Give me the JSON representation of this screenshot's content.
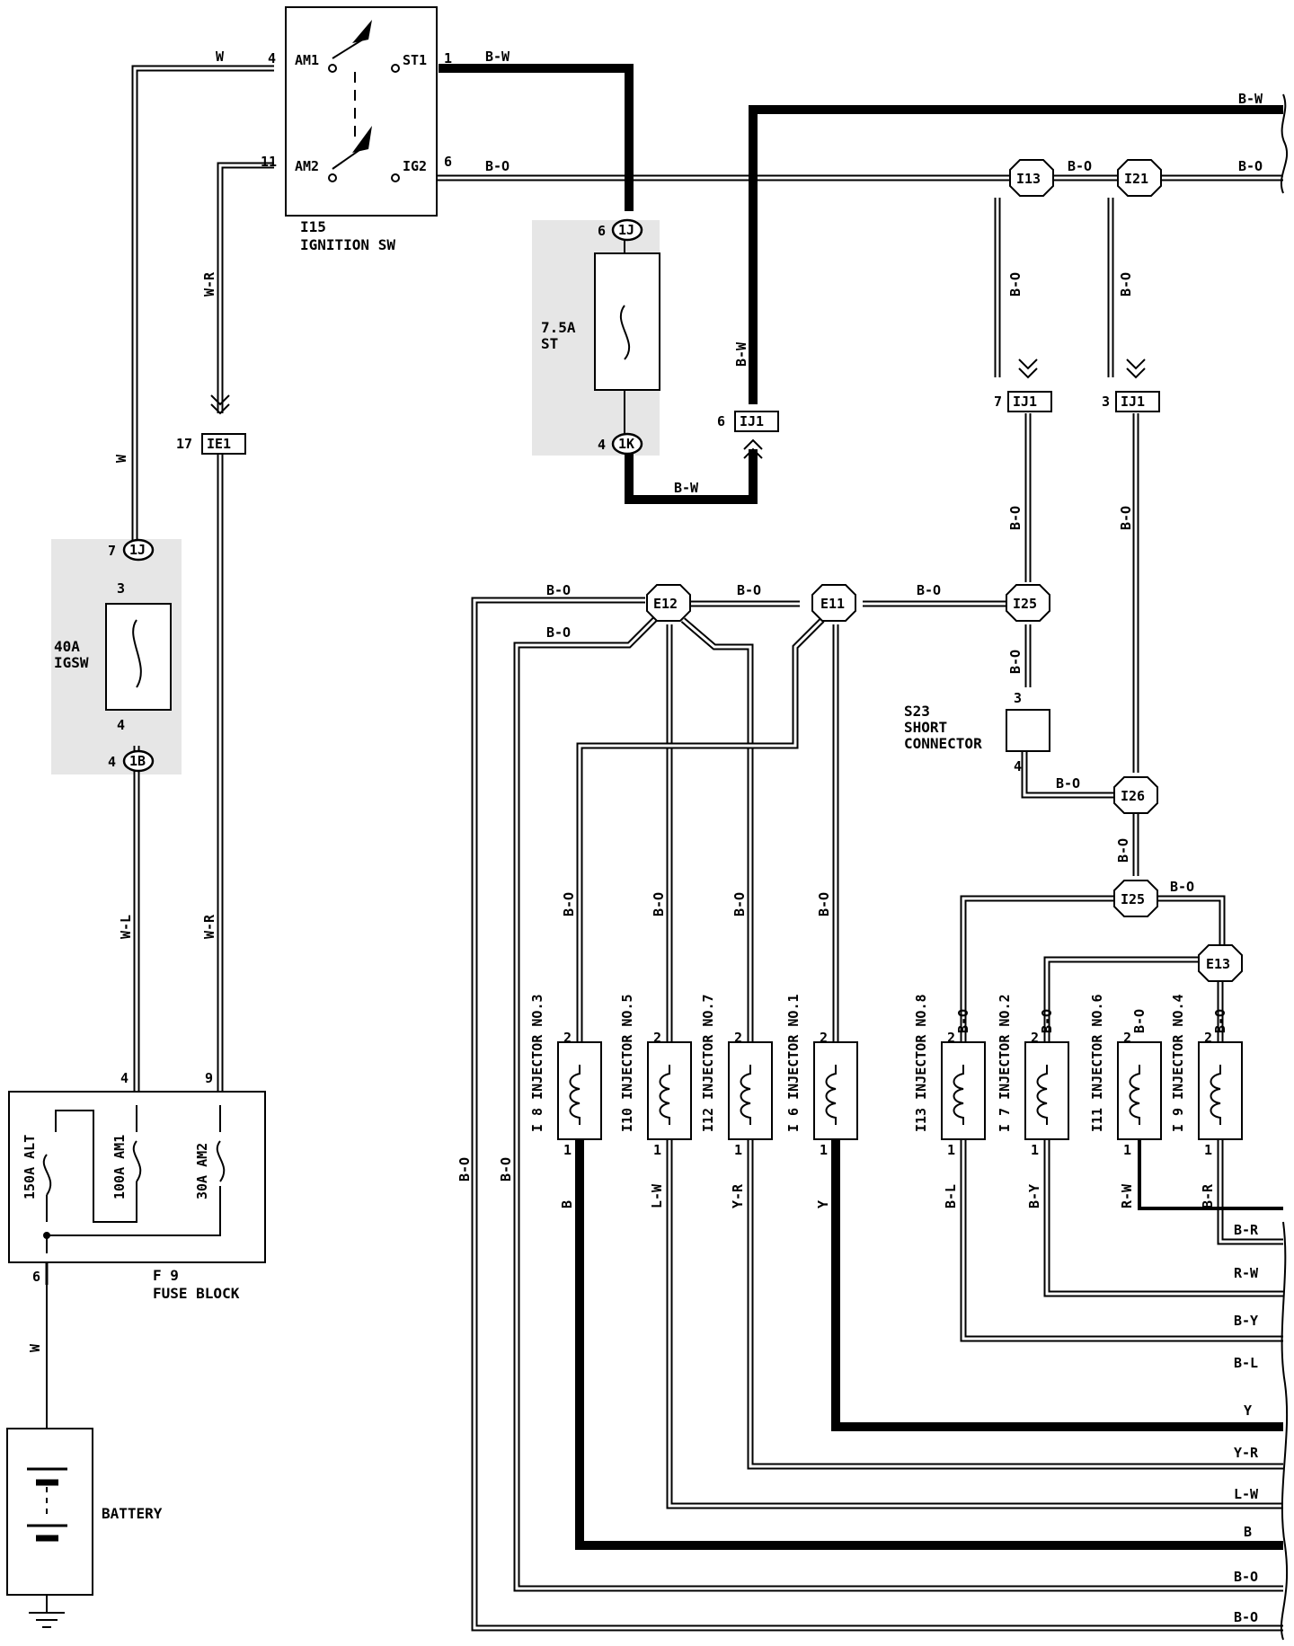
{
  "ignition_switch": {
    "id": "I15",
    "name": "IGNITION SW",
    "terminals": {
      "am1": "AM1",
      "am2": "AM2",
      "st1": "ST1",
      "ig2": "IG2"
    },
    "pins": {
      "am1": "4",
      "am2": "11",
      "st1": "1",
      "ig2": "6"
    }
  },
  "st_fuse": {
    "rating": "7.5A",
    "name": "ST",
    "conn_top": "1J",
    "conn_top_pin": "6",
    "conn_bottom": "1K",
    "conn_bottom_pin": "4"
  },
  "igsw_fuse": {
    "rating": "40A",
    "name": "IGSW",
    "conn_top": "1J",
    "conn_top_pin": "7",
    "conn_bottom": "1B",
    "conn_bottom_pin": "4",
    "inner_top": "3",
    "inner_bottom": "4"
  },
  "fuse_block": {
    "id": "F 9",
    "name": "FUSE BLOCK",
    "fuses": [
      "150A ALT",
      "100A AM1",
      "30A AM2"
    ],
    "pins": {
      "left": "4",
      "right": "9",
      "bottom": "6"
    }
  },
  "battery": {
    "label": "BATTERY"
  },
  "connectors": {
    "ie1": {
      "id": "IE1",
      "pin": "17"
    },
    "ij1_left": {
      "id": "IJ1",
      "pin": "6"
    },
    "ij1_mid": {
      "id": "IJ1",
      "pin": "7"
    },
    "ij1_right": {
      "id": "IJ1",
      "pin": "3"
    }
  },
  "splices": {
    "i13": "I13",
    "i21": "I21",
    "e12": "E12",
    "e11": "E11",
    "i25a": "I25",
    "i26": "I26",
    "i25b": "I25",
    "e13": "E13"
  },
  "short_connector": {
    "id": "S23",
    "line1": "SHORT",
    "line2": "CONNECTOR",
    "pin_top": "3",
    "pin_bottom": "4"
  },
  "wire_colors": {
    "w": "W",
    "bw": "B-W",
    "bo": "B-O",
    "wr": "W-R",
    "wl": "W-L",
    "br": "B-R",
    "rw": "R-W",
    "by": "B-Y",
    "bl": "B-L",
    "y": "Y",
    "yr": "Y-R",
    "lw": "L-W",
    "b": "B"
  },
  "injectors": [
    {
      "id": "I 8",
      "name": "INJECTOR NO.3",
      "pin2": "2",
      "pin1": "1",
      "wire_out": "B"
    },
    {
      "id": "I10",
      "name": "INJECTOR NO.5",
      "pin2": "2",
      "pin1": "1",
      "wire_out": "L-W"
    },
    {
      "id": "I12",
      "name": "INJECTOR NO.7",
      "pin2": "2",
      "pin1": "1",
      "wire_out": "Y-R"
    },
    {
      "id": "I 6",
      "name": "INJECTOR NO.1",
      "pin2": "2",
      "pin1": "1",
      "wire_out": "Y"
    },
    {
      "id": "I13",
      "name": "INJECTOR NO.8",
      "pin2": "2",
      "pin1": "1",
      "wire_out": "B-L"
    },
    {
      "id": "I 7",
      "name": "INJECTOR NO.2",
      "pin2": "2",
      "pin1": "1",
      "wire_out": "B-Y"
    },
    {
      "id": "I11",
      "name": "INJECTOR NO.6",
      "pin2": "2",
      "pin1": "1",
      "wire_out": "R-W"
    },
    {
      "id": "I 9",
      "name": "INJECTOR NO.4",
      "pin2": "2",
      "pin1": "1",
      "wire_out": "B-R"
    }
  ],
  "right_edge_labels": [
    "B-W",
    "B-O",
    "B-R",
    "R-W",
    "B-Y",
    "B-L",
    "Y",
    "Y-R",
    "L-W",
    "B",
    "B-O",
    "B-O"
  ]
}
